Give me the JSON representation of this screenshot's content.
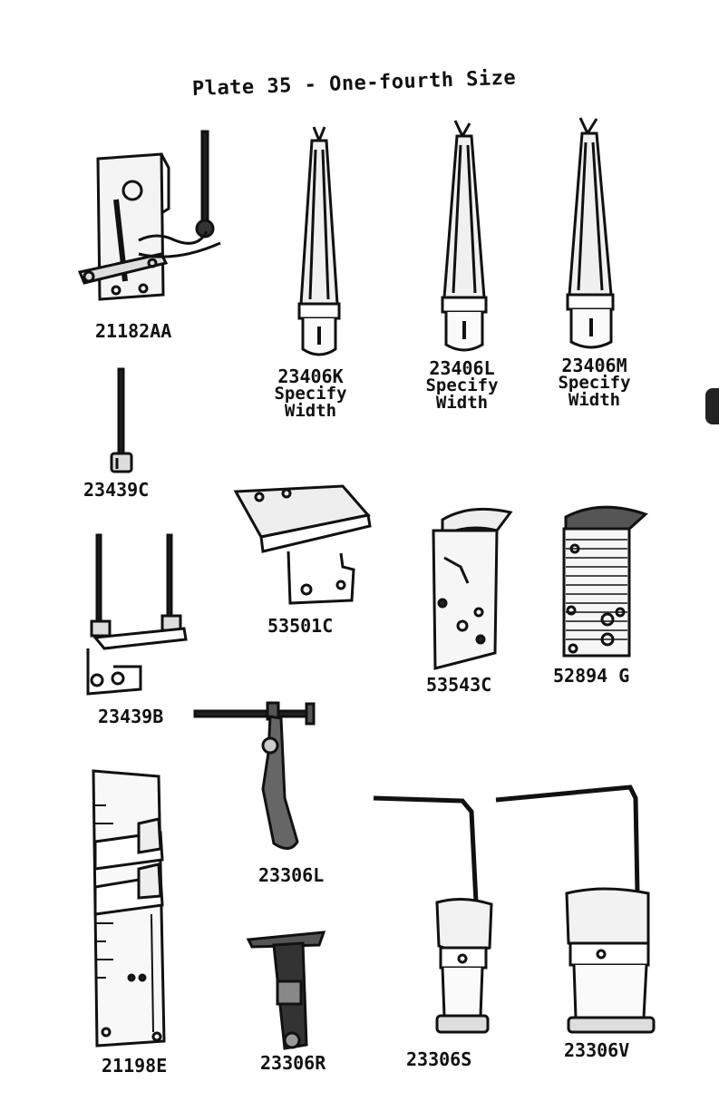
{
  "page": {
    "title": "Plate 35 - One-fourth Size"
  },
  "parts": [
    {
      "id": "21182AA"
    },
    {
      "id": "23406K",
      "note1": "Specify",
      "note2": "Width"
    },
    {
      "id": "23406L",
      "note1": "Specify",
      "note2": "Width"
    },
    {
      "id": "23406M",
      "note1": "Specify",
      "note2": "Width"
    },
    {
      "id": "23439C"
    },
    {
      "id": "53501C"
    },
    {
      "id": "53543C"
    },
    {
      "id": "52894 G"
    },
    {
      "id": "23439B"
    },
    {
      "id": "23306L"
    },
    {
      "id": "21198E"
    },
    {
      "id": "23306R"
    },
    {
      "id": "23306S"
    },
    {
      "id": "23306V"
    }
  ]
}
